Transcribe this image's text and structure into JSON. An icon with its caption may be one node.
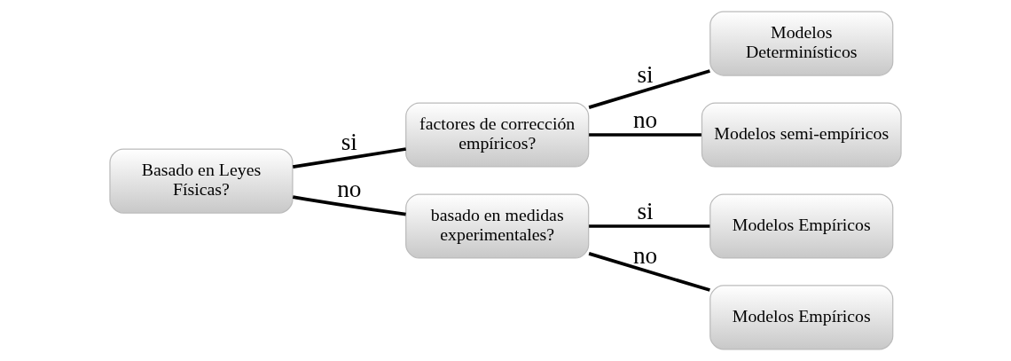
{
  "diagram": {
    "nodes": [
      {
        "text": [
          "Basado en Leyes Físicas?"
        ]
      },
      {
        "text": [
          "factores de corrección empíricos?"
        ]
      },
      {
        "text": [
          "basado en medidas experimentales?"
        ]
      },
      {
        "text": [
          "Modelos Determinísticos"
        ]
      },
      {
        "text": [
          "Modelos semi-empíricos"
        ]
      },
      {
        "text": [
          "Modelos Empíricos"
        ]
      },
      {
        "text": [
          "Modelos Empíricos"
        ]
      }
    ],
    "edges": [
      {
        "from": 0,
        "to": 1,
        "arrow": "none",
        "label": "si"
      },
      {
        "from": 0,
        "to": 2,
        "arrow": "none",
        "label": "no"
      },
      {
        "from": 1,
        "to": 3,
        "arrow": "none",
        "label": "si"
      },
      {
        "from": 1,
        "to": 4,
        "arrow": "none",
        "label": "no"
      },
      {
        "from": 2,
        "to": 5,
        "arrow": "none",
        "label": "si"
      },
      {
        "from": 2,
        "to": 6,
        "arrow": "none",
        "label": "no"
      }
    ]
  }
}
